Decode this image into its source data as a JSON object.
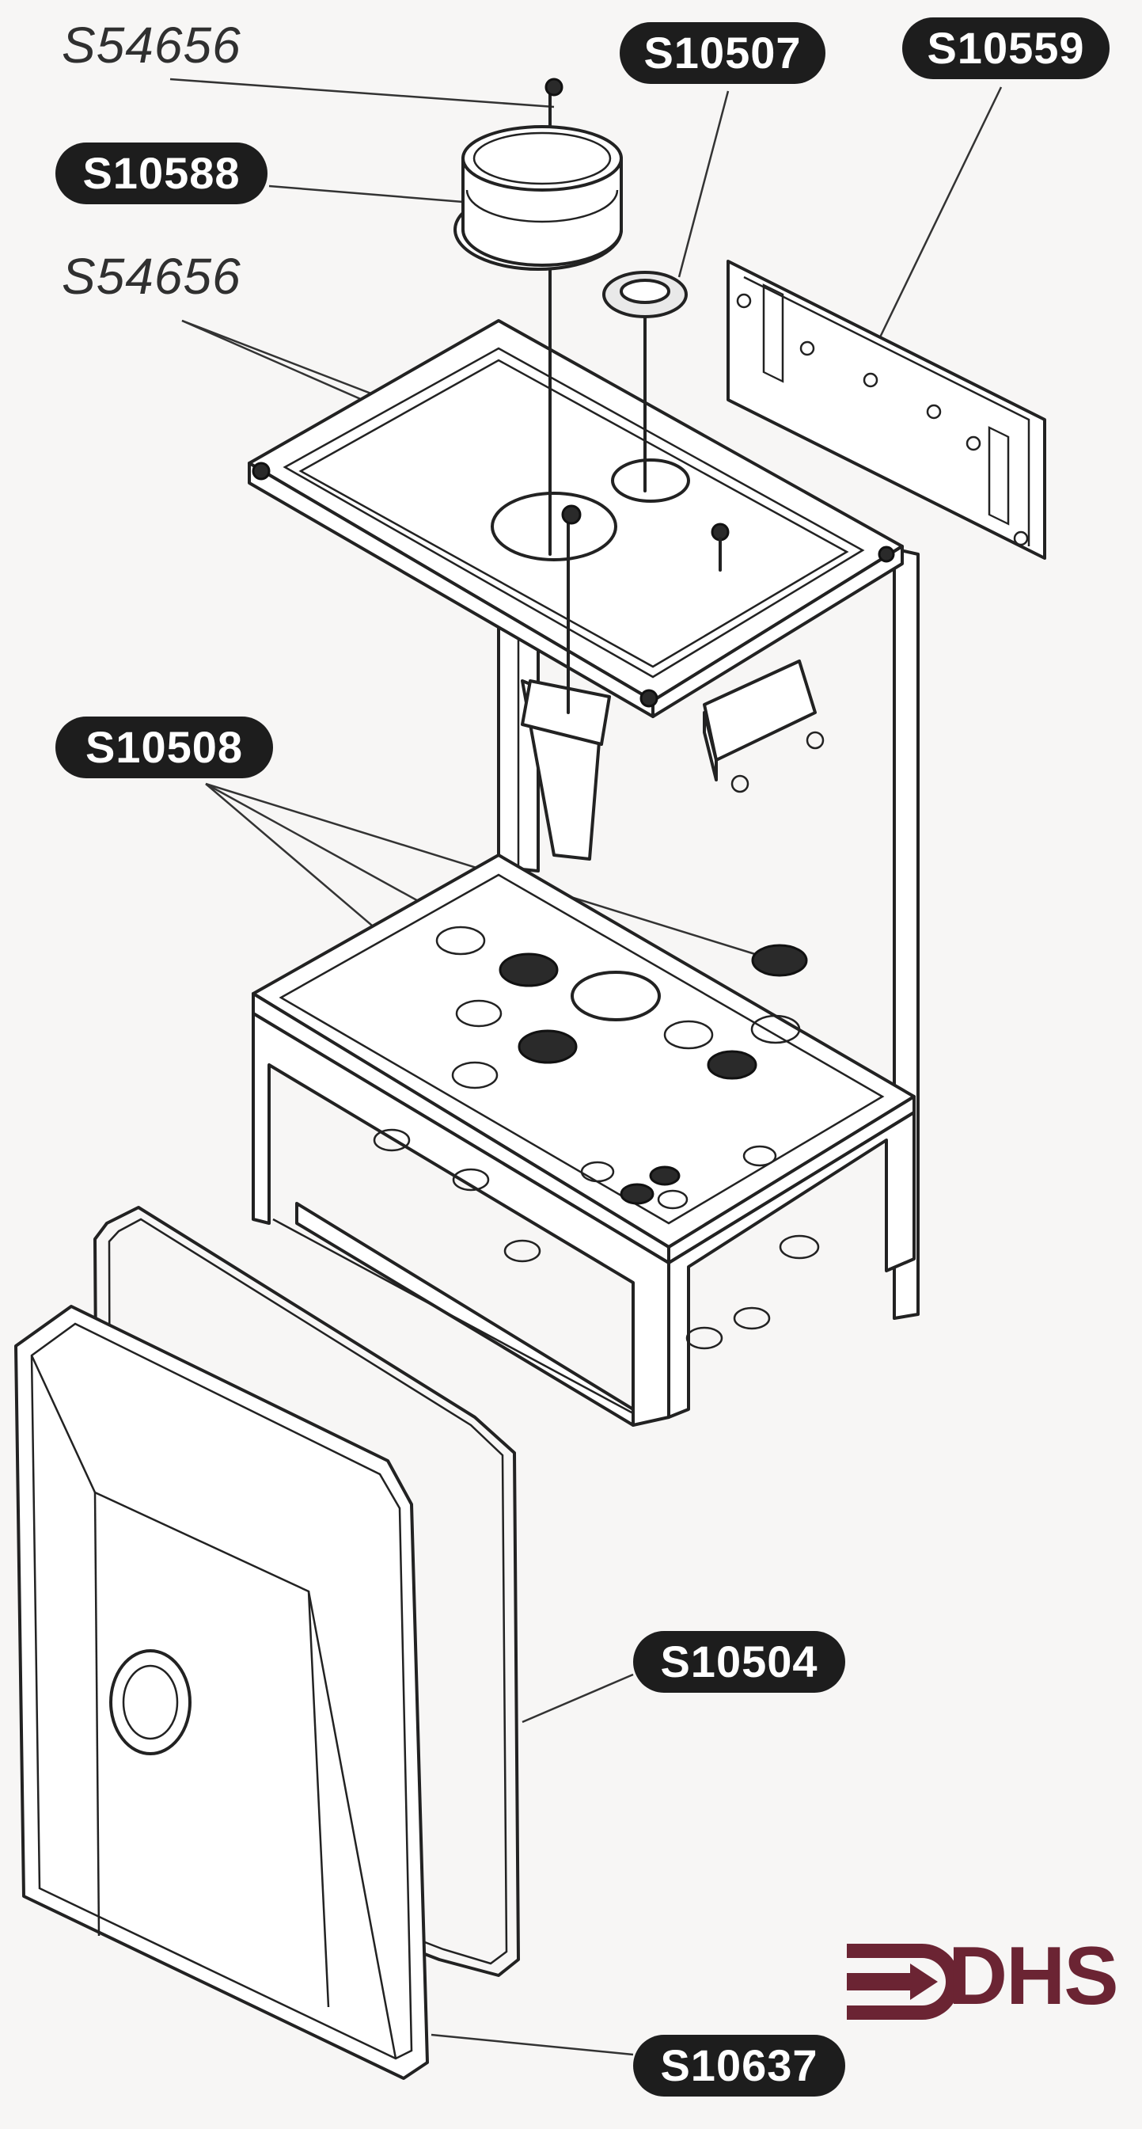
{
  "labels": {
    "s54656_top": "S54656",
    "s10507": "S10507",
    "s10559": "S10559",
    "s10588": "S10588",
    "s54656_mid": "S54656",
    "s10508": "S10508",
    "s10504": "S10504",
    "s10637": "S10637"
  },
  "logo": {
    "text": "DHS",
    "color": "#6b2433"
  }
}
